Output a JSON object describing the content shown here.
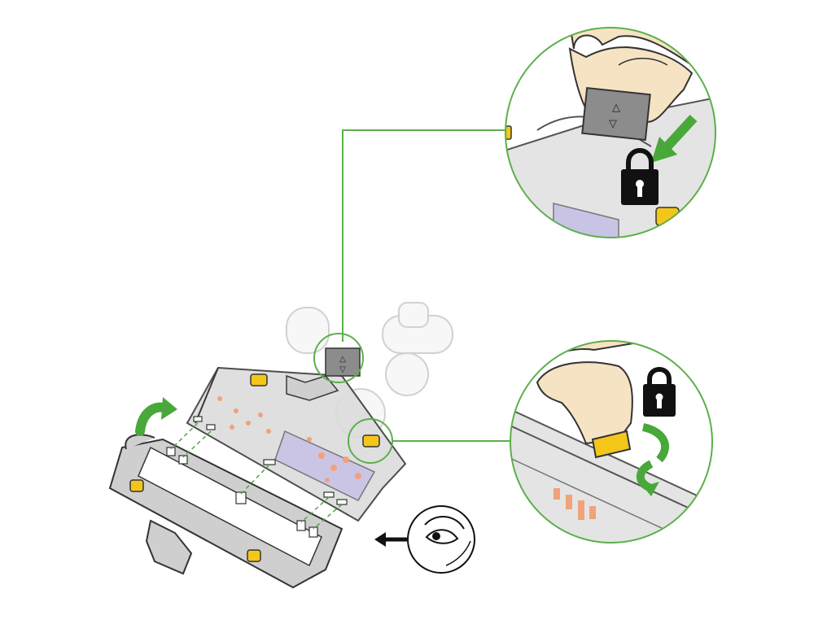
{
  "diagram": {
    "description_labels": [],
    "callouts": [
      {
        "id": "top-right",
        "subject": "sliding-latch-lock",
        "icon": "padlock-locked-icon"
      },
      {
        "id": "middle-right",
        "subject": "yellow-clip-lock",
        "icon": "padlock-locked-icon"
      }
    ],
    "colors": {
      "green": "#49a83a",
      "callout_border": "#5cb04a",
      "yellow": "#f5c61a",
      "gray_body": "#d9d9d9",
      "dark_gray": "#7a7a7a",
      "outline": "#3a3a3a",
      "orange_debris": "#f0a27a",
      "purple_brush": "#c9c3e6",
      "black": "#111111"
    },
    "icons": [
      "rotate-arrow-icon",
      "eye-inspect-icon",
      "left-arrow-icon",
      "down-left-arrow-icon",
      "padlock-icon",
      "rotate-lock-arrow-icon",
      "hand-icon"
    ]
  }
}
